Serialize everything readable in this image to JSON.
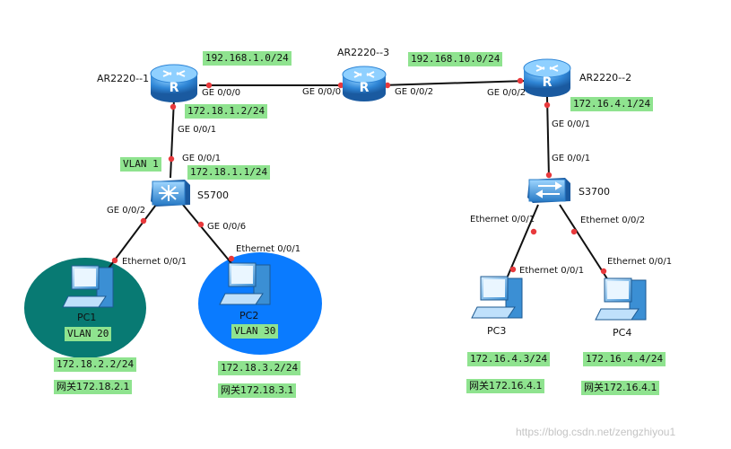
{
  "devices": {
    "ar1": "AR2220--1",
    "ar2": "AR2220--2",
    "ar3": "AR2220--3",
    "s5700": "S5700",
    "s3700": "S3700",
    "pc1": "PC1",
    "pc2": "PC2",
    "pc3": "PC3",
    "pc4": "PC4"
  },
  "ports": {
    "ar1_g000": "GE 0/0/0",
    "ar1_g001": "GE 0/0/1",
    "ar3_g000": "GE 0/0/0",
    "ar3_g002": "GE 0/0/2",
    "ar2_g002": "GE 0/0/2",
    "ar2_g001": "GE 0/0/1",
    "s5700_g001": "GE 0/0/1",
    "s5700_g002": "GE 0/0/2",
    "s5700_g006": "GE 0/0/6",
    "pc1_eth": "Ethernet 0/0/1",
    "pc2_eth": "Ethernet 0/0/1",
    "s3700_g001": "GE 0/0/1",
    "s3700_e001": "Ethernet 0/0/1",
    "s3700_e002": "Ethernet 0/0/2",
    "pc3_eth": "Ethernet 0/0/1",
    "pc4_eth": "Ethernet 0/0/1"
  },
  "tags": {
    "net_1_0": "192.168.1.0/24",
    "net_10_0": "192.168.10.0/24",
    "ar1_ip": "172.18.1.2/24",
    "ar2_ip": "172.16.4.1/24",
    "vlan1": "VLAN 1",
    "s5700_ip": "172.18.1.1/24",
    "vlan20": "VLAN 20",
    "vlan30": "VLAN 30",
    "pc1_ip": "172.18.2.2/24",
    "pc1_gw": "网关172.18.2.1",
    "pc2_ip": "172.18.3.2/24",
    "pc2_gw": "网关172.18.3.1",
    "pc3_ip": "172.16.4.3/24",
    "pc3_gw": "网关172.16.4.1",
    "pc4_ip": "172.16.4.4/24",
    "pc4_gw": "网关172.16.4.1"
  },
  "watermark": "https://blog.csdn.net/zengzhiyou1",
  "colors": {
    "tag_bg": "#8fe38f",
    "port_dot": "#e8393c",
    "vlan20_area": "#087a73",
    "vlan30_area": "#0a7bff",
    "router": "#2f86d6"
  }
}
